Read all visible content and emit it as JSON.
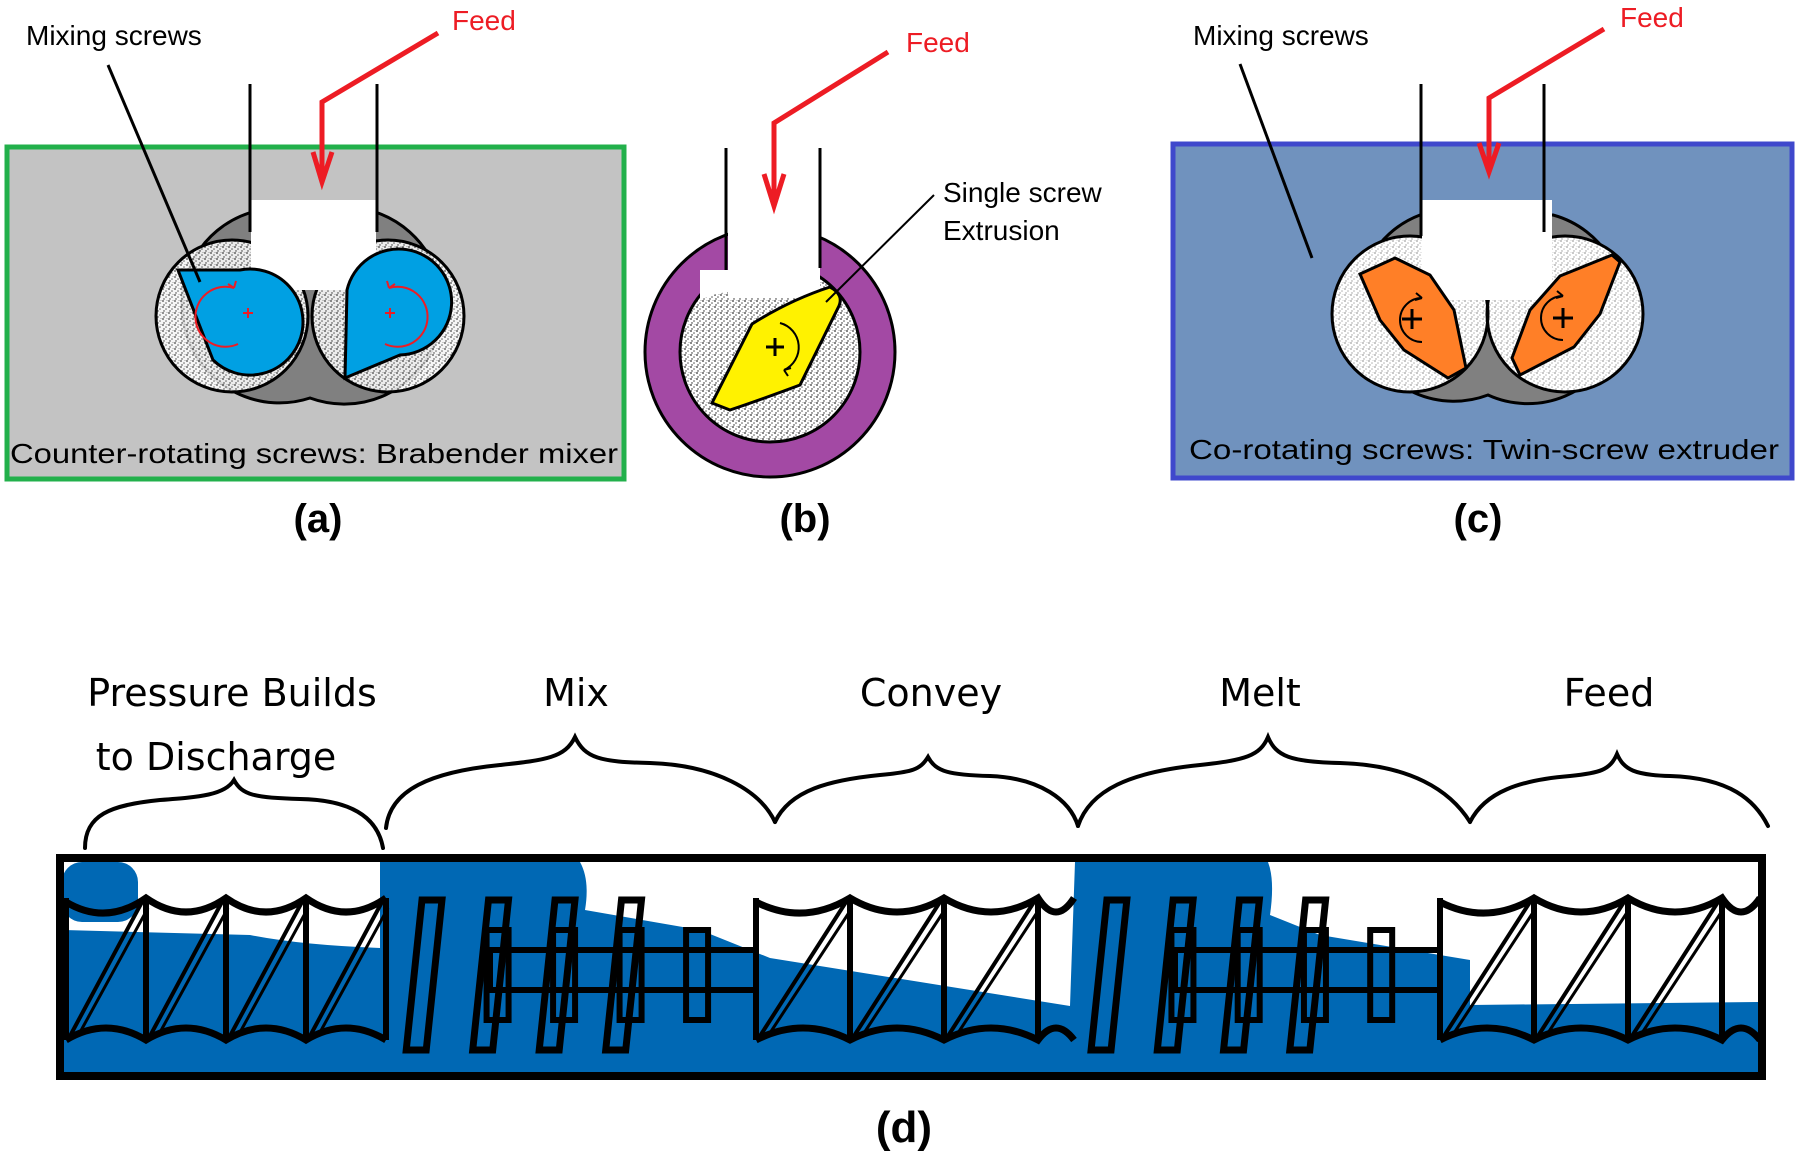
{
  "figure": {
    "panels": {
      "a": {
        "letter": "(a)",
        "caption": "Counter-rotating screws: Brabender mixer",
        "callout": "Mixing screws",
        "feed_label": "Feed",
        "frame_color": "#22b04b",
        "fill_color": "#c3c3c3",
        "screw_color": "#00a0e3"
      },
      "b": {
        "letter": "(b)",
        "callout_line1": "Single screw",
        "callout_line2": "Extrusion",
        "feed_label": "Feed",
        "barrel_color": "#a349a4",
        "screw_color": "#fff200"
      },
      "c": {
        "letter": "(c)",
        "caption": "Co-rotating screws: Twin-screw extruder",
        "callout": "Mixing screws",
        "feed_label": "Feed",
        "frame_color": "#3f48cc",
        "fill_color": "#7092be",
        "screw_color": "#ff7f27"
      },
      "d": {
        "letter": "(d)",
        "zones": [
          {
            "line1": "Pressure Builds",
            "line2": "to Discharge"
          },
          {
            "line1": "Mix",
            "line2": ""
          },
          {
            "line1": "Convey",
            "line2": ""
          },
          {
            "line1": "Melt",
            "line2": ""
          },
          {
            "line1": "Feed",
            "line2": ""
          }
        ],
        "melt_color": "#0068b4"
      }
    },
    "colors": {
      "feed_arrow": "#ed1c24",
      "barrel_gray": "#808080",
      "outline": "#000000"
    }
  }
}
